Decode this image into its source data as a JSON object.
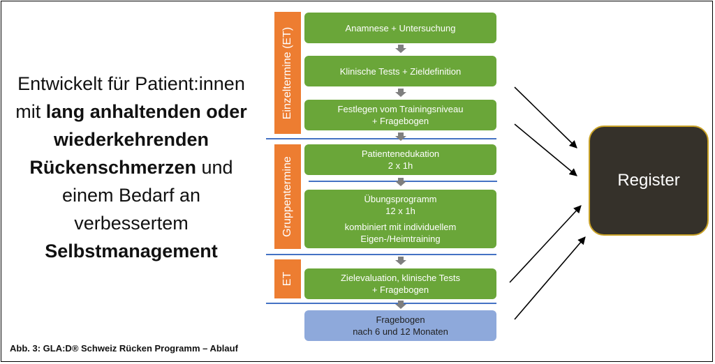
{
  "intro": {
    "line1": "Entwickelt für Patient:innen",
    "line2_prefix": "mit ",
    "line2_bold": "lang anhaltenden oder",
    "line3_bold": "wiederkehrenden",
    "line4_bold": "Rückenschmerzen",
    "line4_suffix": " und",
    "line5": "einem Bedarf an",
    "line6": "verbessertem",
    "line7_bold": "Selbstmanagement"
  },
  "phases": {
    "einzel": "Einzeltermine (ET)",
    "gruppe": "Gruppentermine",
    "et": "ET"
  },
  "steps": {
    "s1": "Anamnese + Untersuchung",
    "s2": "Klinische Tests + Zieldefinition",
    "s3_l1": "Festlegen vom Trainingsniveau",
    "s3_l2": "+ Fragebogen",
    "s4_l1": "Patientenedukation",
    "s4_l2": "2 x 1h",
    "s5_l1": "Übungsprogramm",
    "s5_l2": "12 x 1h",
    "s5_l3": "kombiniert mit individuellem",
    "s5_l4": "Eigen-/Heimtraining",
    "s6_l1": "Zielevaluation, klinische Tests",
    "s6_l2": "+ Fragebogen",
    "s7_l1": "Fragebogen",
    "s7_l2": "nach 6 und 12 Monaten"
  },
  "register": "Register",
  "caption": "Abb. 3: GLA:D® Schweiz Rücken Programm – Ablauf",
  "colors": {
    "phase": "#ed7d31",
    "step": "#6aa639",
    "followup": "#8ea9db",
    "divider": "#4472c4",
    "register_bg": "#35312a",
    "register_border": "#c9a227"
  }
}
